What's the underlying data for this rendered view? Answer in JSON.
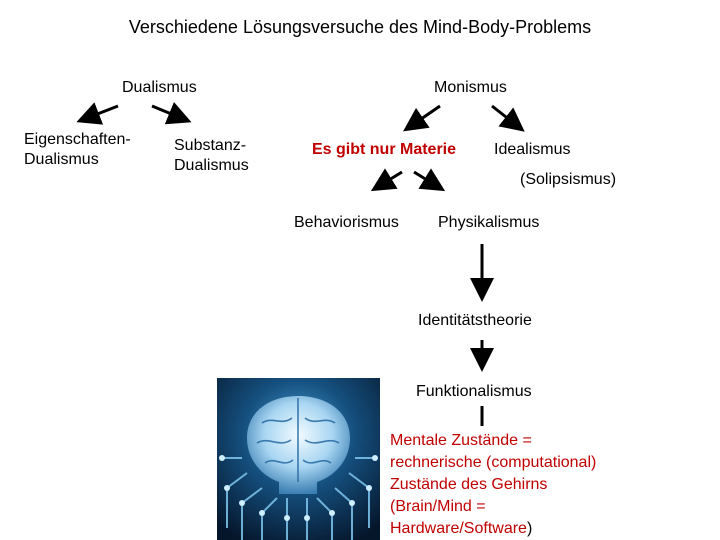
{
  "title": "Verschiedene Lösungsversuche des Mind-Body-Problems",
  "nodes": {
    "dualismus": "Dualismus",
    "monismus": "Monismus",
    "eigenschaften_line1": "Eigenschaften-",
    "eigenschaften_line2": "Dualismus",
    "substanz_line1": "Substanz-",
    "substanz_line2": "Dualismus",
    "materie": "Es gibt nur Materie",
    "idealismus": "Idealismus",
    "solipsismus": "(Solipsismus)",
    "behaviorismus": "Behaviorismus",
    "physikalismus": "Physikalismus",
    "identitaetstheorie": "Identitätstheorie",
    "funktionalismus": "Funktionalismus"
  },
  "definition": {
    "line1": "Mentale Zustände =",
    "line2": "rechnerische (computational)",
    "line3": "Zustände des Gehirns",
    "line4": "(Brain/Mind =",
    "line5a": "Hardware/Software",
    "line5b": ")"
  },
  "colors": {
    "emphasis": "#c00000",
    "image_bg": "#0b2a4a",
    "image_glow": "#bfe6ff"
  }
}
